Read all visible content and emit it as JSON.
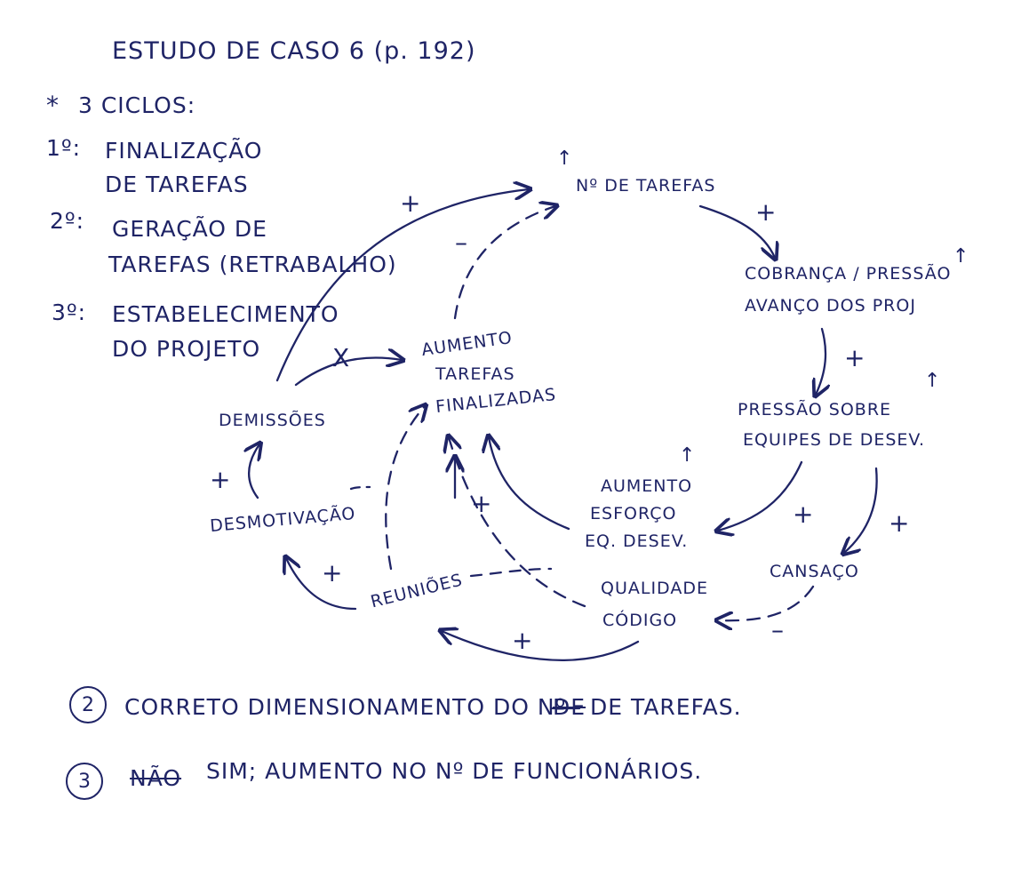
{
  "header": {
    "title": "ESTUDO DE CASO 6 (p. 192)",
    "cycles_label": "3 CICLOS:",
    "cycles_marker": "*"
  },
  "cycles": [
    {
      "index": "1º:",
      "lines": [
        "FINALIZAÇÃO",
        "DE TAREFAS"
      ]
    },
    {
      "index": "2º:",
      "lines": [
        "GERAÇÃO DE",
        "TAREFAS (RETRABALHO)"
      ]
    },
    {
      "index": "3º:",
      "lines": [
        "ESTABELECIMENTO",
        "DO PROJETO"
      ]
    }
  ],
  "nodes": {
    "n_tarefas": {
      "lines": [
        "Nº DE TAREFAS"
      ],
      "arrow": "↑"
    },
    "cobranca": {
      "lines": [
        "COBRANÇA / PRESSÃO",
        "AVANÇO DOS PROJ"
      ],
      "arrow": "↑"
    },
    "pressao": {
      "lines": [
        "PRESSÃO SOBRE",
        "EQUIPES DE DESEV."
      ],
      "arrow": "↑"
    },
    "esforco": {
      "lines": [
        "AUMENTO",
        "ESFORÇO",
        "EQ. DESEV."
      ],
      "arrow": "↑"
    },
    "cansaco": {
      "lines": [
        "CANSAÇO"
      ]
    },
    "qualidade": {
      "lines": [
        "QUALIDADE",
        "CÓDIGO"
      ]
    },
    "reunioes": {
      "lines": [
        "REUNIÕES"
      ]
    },
    "desmotivacao": {
      "lines": [
        "DESMOTIVAÇÃO"
      ]
    },
    "demissoes": {
      "lines": [
        "DEMISSÕES"
      ]
    },
    "aumento_tarefas": {
      "lines": [
        "AUMENTO",
        "TAREFAS",
        "FINALIZADAS"
      ]
    }
  },
  "edges": [
    {
      "id": "demissoes-tarefas",
      "sign": "+"
    },
    {
      "id": "aumento-tarefas-dashed",
      "sign": "–"
    },
    {
      "id": "tarefas-cobranca",
      "sign": "+"
    },
    {
      "id": "cobranca-pressao",
      "sign": "+"
    },
    {
      "id": "pressao-esforco",
      "sign": "+"
    },
    {
      "id": "pressao-cansaco",
      "sign": "+"
    },
    {
      "id": "cansaco-qualidade",
      "sign": "–"
    },
    {
      "id": "qualidade-reunioes",
      "sign": "+"
    },
    {
      "id": "reunioes-desmotivacao",
      "sign": "+"
    },
    {
      "id": "desmotivacao-demissoes",
      "sign": "+"
    },
    {
      "id": "qualidade-aumento",
      "sign": "+"
    },
    {
      "id": "demissoes-aumento",
      "sign": "X"
    }
  ],
  "answers": [
    {
      "number": "2",
      "text_before": "CORRETO DIMENSIONAMENTO DO Nº",
      "struck": "DE",
      "text_after": "DE TAREFAS."
    },
    {
      "number": "3",
      "struck": "NÃO",
      "text_after": "SIM; AUMENTO NO Nº DE FUNCIONÁRIOS."
    }
  ],
  "colors": {
    "ink": "#1f2466",
    "paper": "#ffffff"
  }
}
